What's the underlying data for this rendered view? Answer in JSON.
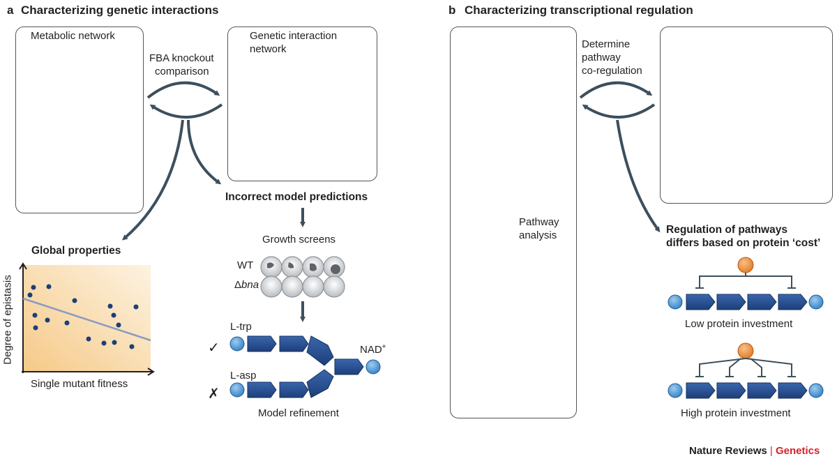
{
  "panel_a": {
    "letter": "a",
    "title": "Characterizing genetic interactions",
    "metabolic_label": "Metabolic network",
    "fba_line1": "FBA knockout",
    "fba_line2": "comparison",
    "gi_line1": "Genetic interaction",
    "gi_line2": "network",
    "incorrect": "Incorrect model predictions",
    "growth": "Growth screens",
    "wt": "WT",
    "delta": "Δ",
    "bna": "bna",
    "global": "Global properties",
    "ylabel": "Degree of epistasis",
    "xlabel": "Single mutant fitness",
    "ltrp": "L-trp",
    "lasp": "L-asp",
    "check": "✓",
    "cross": "✗",
    "nad": "NAD",
    "nad_sup": "+",
    "refinement": "Model refinement"
  },
  "panel_b": {
    "letter": "b",
    "title": "Characterizing transcriptional regulation",
    "det_line1": "Determine",
    "det_line2": "pathway",
    "det_line3": "co-regulation",
    "pa_line1": "Pathway",
    "pa_line2": "analysis",
    "reg_line1": "Regulation of pathways",
    "reg_line2": "differs based on protein ‘cost’",
    "low": "Low protein investment",
    "high": "High protein investment"
  },
  "footer": {
    "journal": "Nature Reviews",
    "separator": "|",
    "section": "Genetics"
  },
  "colors": {
    "node": "#5b9bd5",
    "node_dark": "#1f7ac0",
    "arrow_gray": "#3d4f5c",
    "enzyme": "#244d8f",
    "orange": "#f0923b",
    "purple": "#9b7fc4",
    "red": "#d2232a"
  }
}
